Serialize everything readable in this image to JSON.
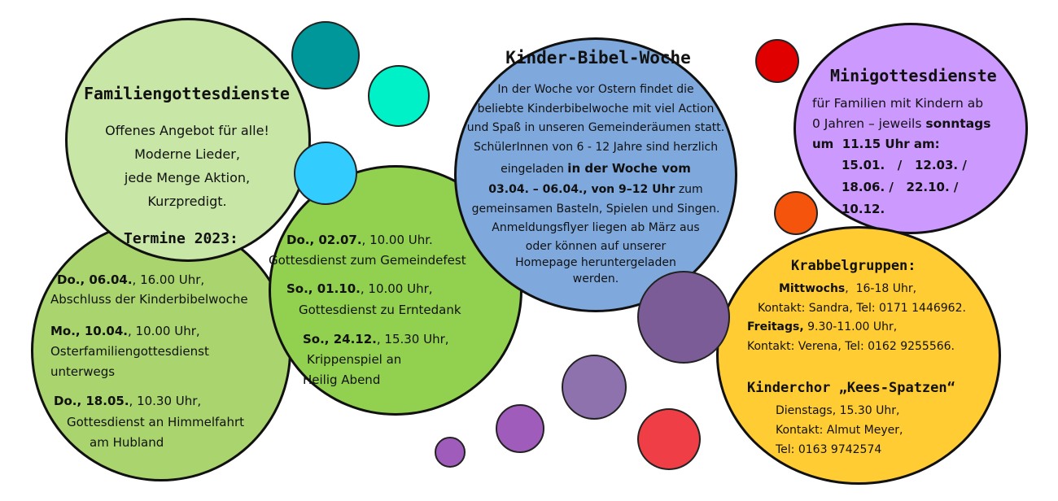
{
  "colors": {
    "familien": "#c8e6a6",
    "termine": "#a9d46e",
    "middle_green": "#92d050",
    "kibiwo": "#7fa9dd",
    "mini": "#cc99ff",
    "krabbel": "#ffcc33"
  },
  "familien": {
    "title": "Familiengottesdienste",
    "lines": [
      "Offenes Angebot für alle!",
      "Moderne Lieder,",
      "jede Menge Aktion,",
      "Kurzpredigt."
    ],
    "termine_title": "Termine 2023:"
  },
  "termine_left": [
    {
      "date": "Do., 06.04.",
      "rest": ", 16.00 Uhr,",
      "desc": "Abschluss der Kinderbibelwoche"
    },
    {
      "date": "Mo., 10.04.",
      "rest": ", 10.00 Uhr,",
      "desc": "Osterfamiliengottesdienst",
      "desc2": "unterwegs"
    },
    {
      "date": "Do., 18.05.",
      "rest": ", 10.30 Uhr,",
      "desc": "Gottesdienst an Himmelfahrt",
      "desc2": "am Hubland"
    }
  ],
  "termine_middle": [
    {
      "date": "Do., 02.07.",
      "rest": ", 10.00 Uhr.",
      "desc": "Gottesdienst zum Gemeindefest"
    },
    {
      "date": "So., 01.10.",
      "rest": ", 10.00 Uhr,",
      "desc": "Gottesdienst zu Erntedank"
    },
    {
      "date": "So., 24.12.",
      "rest": ", 15.30 Uhr,",
      "desc": "Krippenspiel an",
      "desc2": "Heilig Abend"
    }
  ],
  "kibiwo": {
    "title": "Kinder-Bibel-Woche",
    "l1": "In der Woche vor Ostern findet die",
    "l2": "beliebte Kinderbibelwoche mit viel Action",
    "l3": "und Spaß in unseren Gemeinderäumen statt.",
    "l4": "SchülerInnen von 6 - 12 Jahre sind herzlich",
    "l5a": "eingeladen ",
    "l5b": "in der Woche vom",
    "l6a": "03.04. – 06.04., von 9–12 Uhr",
    "l6b": " zum",
    "l7": "gemeinsamen Basteln, Spielen und Singen.",
    "l8": "Anmeldungsflyer liegen ab März aus",
    "l9": "oder können auf unserer",
    "l10": "Homepage heruntergeladen",
    "l11": "werden."
  },
  "mini": {
    "title": "Minigottesdienste",
    "l1": "für Familien mit Kindern ab",
    "l2a": "0 Jahren – jeweils ",
    "l2b": "sonntags",
    "l3": "um  11.15 Uhr am:",
    "l4": "15.01.   /   12.03. /",
    "l5": "18.06. /   22.10. /",
    "l6": "10.12."
  },
  "krabbel": {
    "title": "Krabbelgruppen:",
    "l1a": "Mittwochs",
    "l1b": ",  16-18 Uhr,",
    "l2": "Kontakt: Sandra, Tel: 0171 1446962.",
    "l3a": "Freitags,",
    "l3b": " 9.30-11.00 Uhr,",
    "l4": "Kontakt: Verena, Tel: 0162 9255566.",
    "chor_title": "Kinderchor „Kees-Spatzen“",
    "c1": "Dienstags, 15.30 Uhr,",
    "c2": "Kontakt: Almut Meyer,",
    "c3": "Tel: 0163 9742574"
  }
}
